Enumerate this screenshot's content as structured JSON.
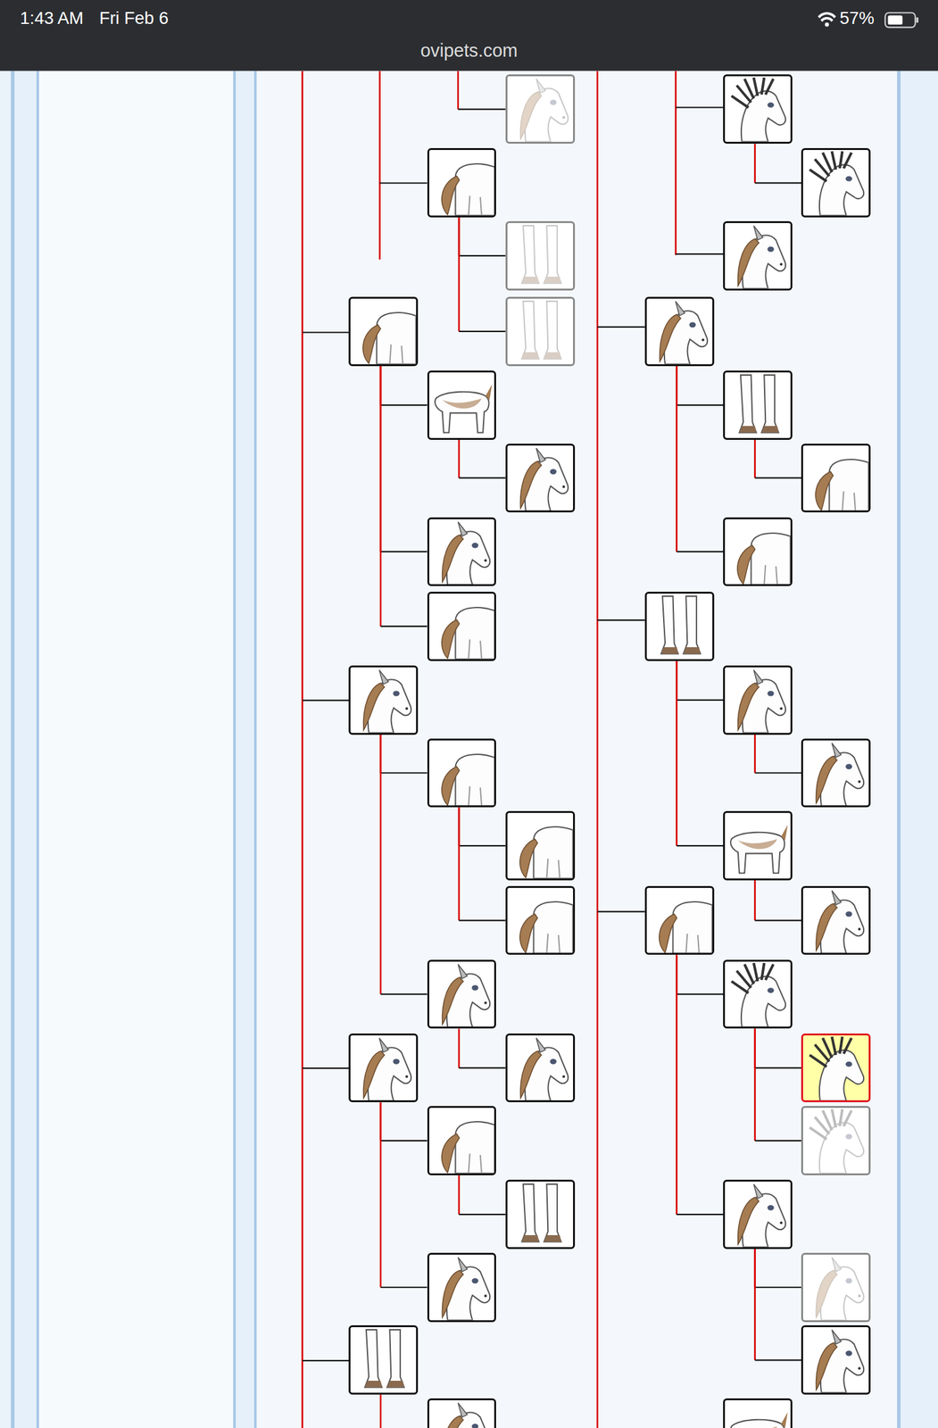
{
  "diagram": {
    "nodes": [
      {
        "text": []
      },
      {
        "text": []
      },
      {
        "text": []
      },
      {
        "text": []
      },
      {
        "text": []
      },
      {
        "text": []
      },
      {
        "text": []
      },
      {
        "text": []
      },
      {
        "text": []
      },
      {
        "text": []
      },
      {
        "text": []
      },
      {
        "text": []
      },
      {
        "text": []
      },
      {
        "text": []
      },
      {
        "text": []
      },
      {
        "text": []
      },
      {
        "text": []
      },
      {
        "text": []
      },
      {
        "text": []
      },
      {
        "text": []
      },
      {
        "text": []
      },
      {
        "text": []
      },
      {
        "text": []
      },
      {
        "text": []
      },
      {
        "text": []
      },
      {
        "text": []
      },
      {
        "text": []
      },
      {
        "text": []
      },
      {
        "text": []
      },
      {
        "text": []
      },
      {
        "text": []
      },
      {
        "text": []
      },
      {
        "text": []
      },
      {
        "text": []
      },
      {
        "text": []
      },
      {
        "text": []
      },
      {
        "text": []
      },
      {
        "text": []
      },
      {
        "text": []
      },
      {
        "text": []
      },
      {
        "text": []
      }
    ],
    "edges": [
      {
        "from": 1,
        "to": 2,
        "arrow": "none"
      },
      {
        "from": 1,
        "to": 3,
        "arrow": "none"
      },
      {
        "from": 4,
        "to": 5,
        "arrow": "none"
      },
      {
        "from": 4,
        "to": 7,
        "arrow": "none"
      },
      {
        "from": 4,
        "to": 8,
        "arrow": "none"
      },
      {
        "from": 5,
        "to": 6,
        "arrow": "none"
      },
      {
        "from": 9,
        "to": 10,
        "arrow": "none"
      },
      {
        "from": 9,
        "to": 13,
        "arrow": "none"
      },
      {
        "from": 10,
        "to": 11,
        "arrow": "none"
      },
      {
        "from": 10,
        "to": 12,
        "arrow": "none"
      },
      {
        "from": 13,
        "to": 14,
        "arrow": "none"
      },
      {
        "from": 15,
        "to": 16,
        "arrow": "none"
      },
      {
        "from": 15,
        "to": 18,
        "arrow": "none"
      },
      {
        "from": 16,
        "to": 17,
        "arrow": "none"
      },
      {
        "from": 19,
        "to": 20,
        "arrow": "none"
      },
      {
        "from": 21,
        "to": 22,
        "arrow": "none"
      },
      {
        "from": 24,
        "to": 25,
        "arrow": "none"
      },
      {
        "from": 24,
        "to": 27,
        "arrow": "none"
      },
      {
        "from": 25,
        "to": 26,
        "arrow": "none"
      },
      {
        "from": 28,
        "to": 29,
        "arrow": "none"
      },
      {
        "from": 28,
        "to": 31,
        "arrow": "none"
      },
      {
        "from": 29,
        "to": 30,
        "arrow": "none"
      },
      {
        "from": 31,
        "to": 32,
        "arrow": "none"
      },
      {
        "from": 33,
        "to": 34,
        "arrow": "none"
      },
      {
        "from": 33,
        "to": 37,
        "arrow": "none"
      },
      {
        "from": 34,
        "to": 35,
        "arrow": "none"
      },
      {
        "from": 34,
        "to": 36,
        "arrow": "none"
      },
      {
        "from": 37,
        "to": 38,
        "arrow": "none"
      },
      {
        "from": 37,
        "to": 39,
        "arrow": "none"
      }
    ],
    "labels": [
      "1:43 AM",
      "Fri Feb 6",
      "ovipets.com",
      "57%"
    ]
  }
}
